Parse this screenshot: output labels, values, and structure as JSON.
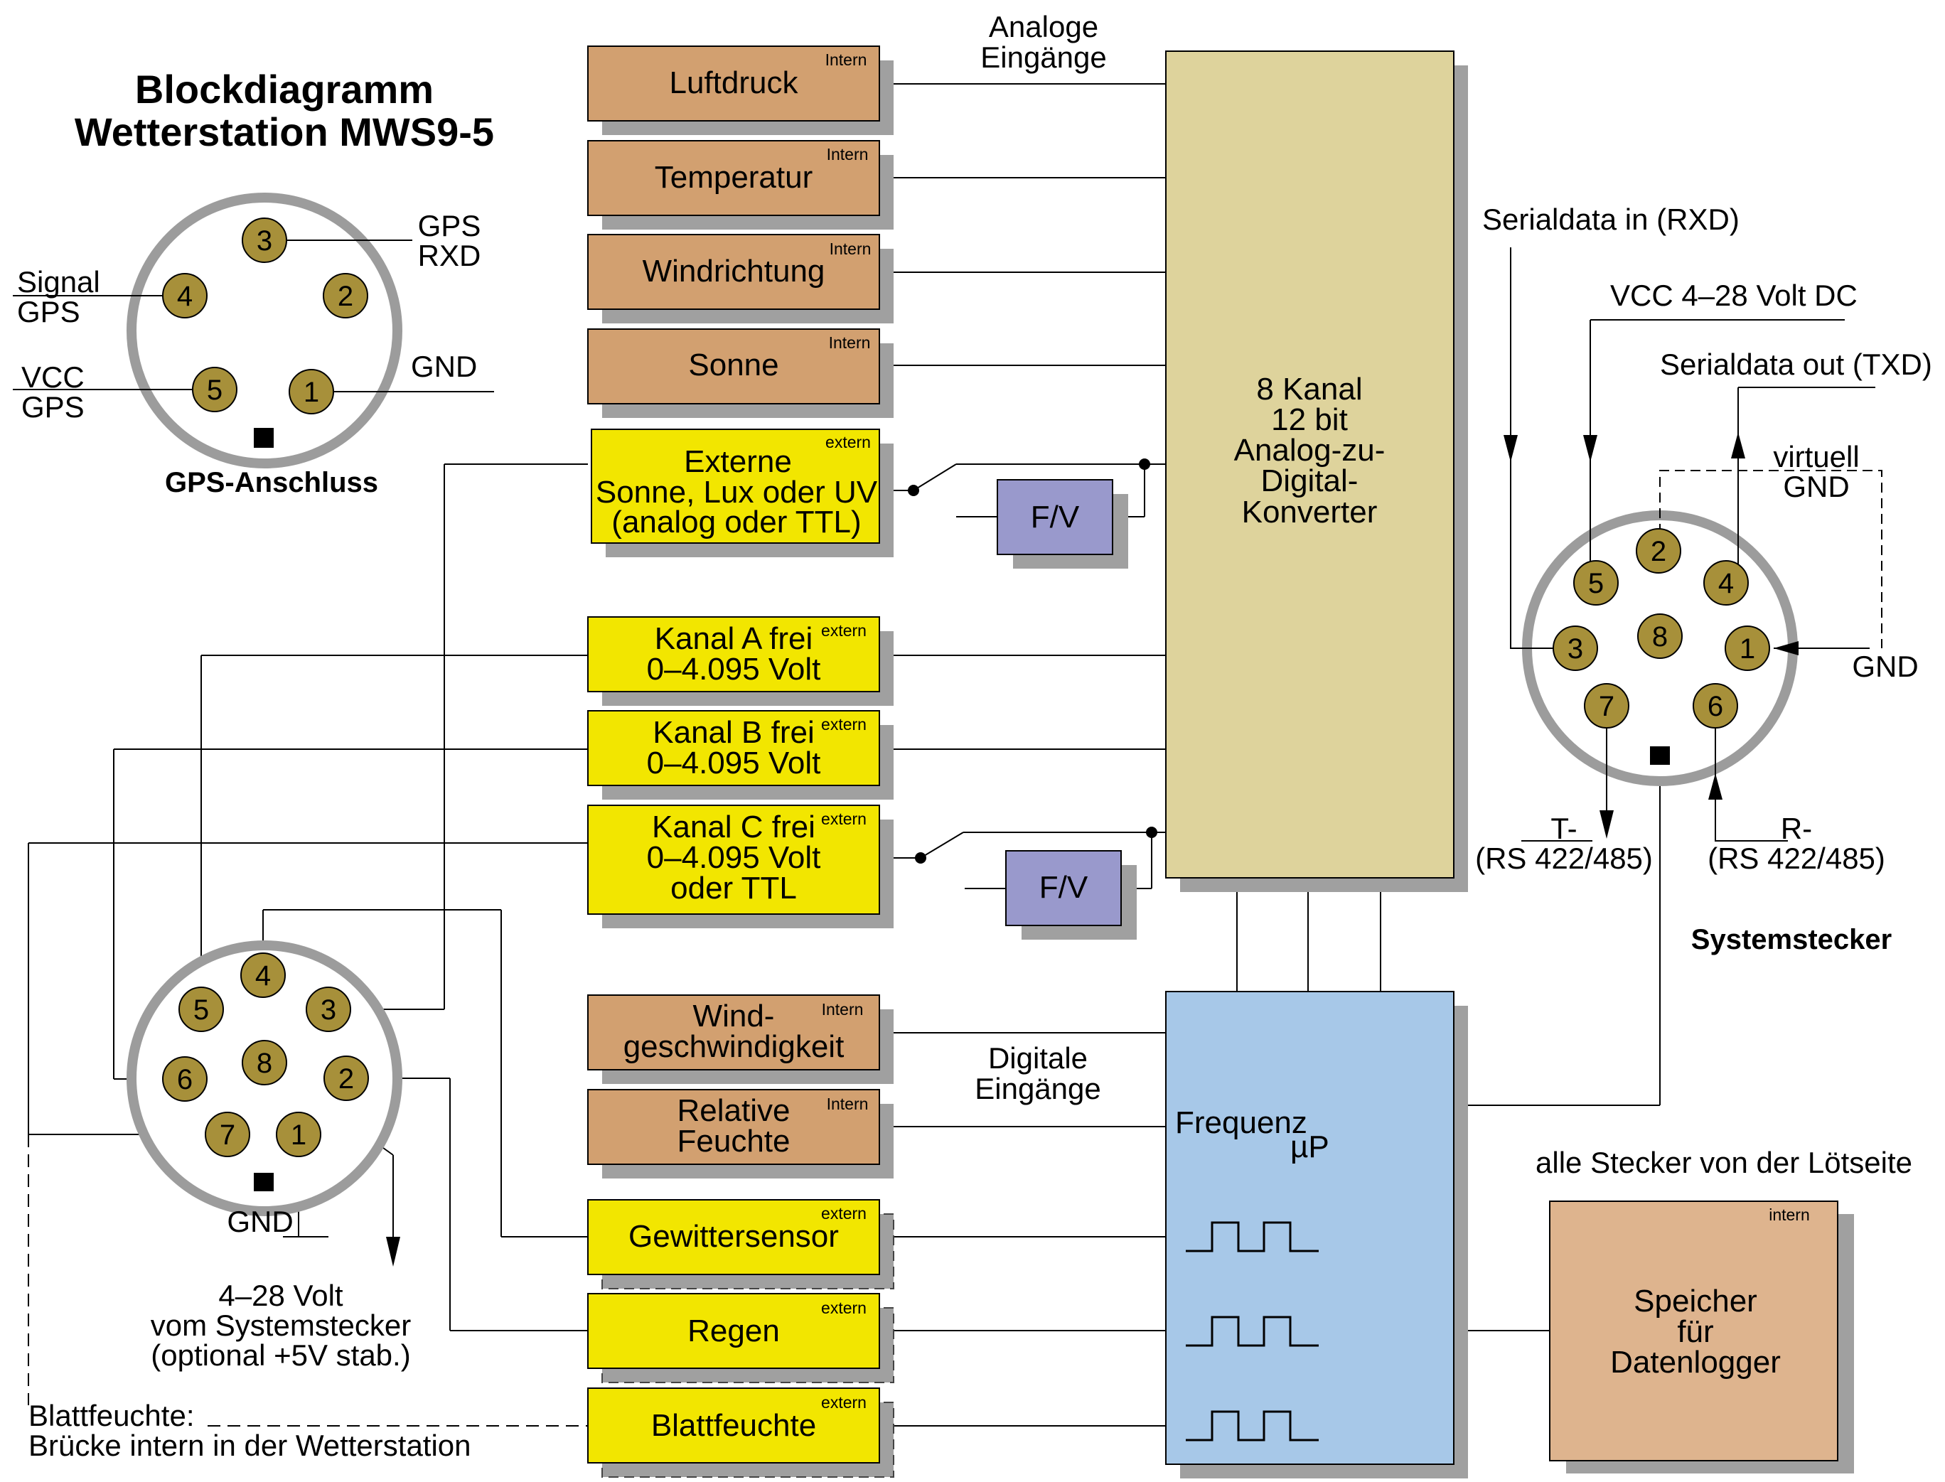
{
  "title": {
    "line1": "Blockdiagramm",
    "line2": "Wetterstation MWS9-5"
  },
  "gps": {
    "caption": "GPS-Anschluss",
    "label_gps_rxd": [
      "GPS",
      "RXD"
    ],
    "label_signal_gps": [
      "Signal",
      "GPS"
    ],
    "label_vcc_gps": [
      "VCC",
      "GPS"
    ],
    "label_gnd": "GND",
    "pins": [
      "3",
      "4",
      "2",
      "5",
      "1"
    ]
  },
  "labels": {
    "analog_inputs": [
      "Analoge",
      "Eingänge"
    ],
    "digital_inputs": [
      "Digitale",
      "Eingänge"
    ],
    "all_plugs": "alle Stecker von der Lötseite",
    "supply": [
      "4–28 Volt",
      "vom Systemstecker",
      "(optional +5V stab.)"
    ],
    "leaf_note": [
      "Blattfeuchte:",
      "Brücke intern in der Wetterstation"
    ],
    "sensor_gnd": "GND"
  },
  "analog_blocks": [
    {
      "label": [
        "Luftdruck"
      ],
      "tag": "Intern"
    },
    {
      "label": [
        "Temperatur"
      ],
      "tag": "Intern"
    },
    {
      "label": [
        "Windrichtung"
      ],
      "tag": "Intern"
    },
    {
      "label": [
        "Sonne"
      ],
      "tag": "Intern"
    },
    {
      "label": [
        "Externe",
        "Sonne, Lux oder UV",
        "(analog oder TTL)"
      ],
      "tag": "extern"
    },
    {
      "label": [
        "Kanal A frei",
        "0–4.095 Volt"
      ],
      "tag": "extern"
    },
    {
      "label": [
        "Kanal B frei",
        "0–4.095 Volt"
      ],
      "tag": "extern"
    },
    {
      "label": [
        "Kanal C frei",
        "0–4.095 Volt",
        "oder TTL"
      ],
      "tag": "extern"
    }
  ],
  "digital_blocks": [
    {
      "label": [
        "Wind-",
        "geschwindigkeit"
      ],
      "tag": "Intern"
    },
    {
      "label": [
        "Relative",
        "Feuchte"
      ],
      "tag": "Intern"
    },
    {
      "label": [
        "Gewittersensor"
      ],
      "tag": "extern"
    },
    {
      "label": [
        "Regen"
      ],
      "tag": "extern"
    },
    {
      "label": [
        "Blattfeuchte"
      ],
      "tag": "extern"
    }
  ],
  "fv_label": "F/V",
  "adc": [
    "8 Kanal",
    "12 bit",
    "Analog-zu-",
    "Digital-",
    "Konverter"
  ],
  "freq": {
    "line1": "Frequenz",
    "line2": "µP"
  },
  "storage": {
    "label": [
      "Speicher",
      "für",
      "Datenlogger"
    ],
    "tag": "intern"
  },
  "system": {
    "caption": "Systemstecker",
    "serial_in": "Serialdata in (RXD)",
    "vcc": "VCC 4–28 Volt DC",
    "serial_out": "Serialdata out (TXD)",
    "virt_gnd": [
      "virtuell",
      "GND"
    ],
    "gnd": "GND",
    "t_minus": [
      "T-",
      "(RS 422/485)"
    ],
    "r_minus": [
      "R-",
      "(RS 422/485)"
    ],
    "pins": [
      "2",
      "5",
      "4",
      "3",
      "8",
      "1",
      "7",
      "6"
    ]
  },
  "sensor_pins": [
    "4",
    "5",
    "3",
    "6",
    "8",
    "2",
    "7",
    "1"
  ],
  "colors": {
    "intern_block": "#d2a070",
    "extern_block": "#f2e600",
    "shadow": "#a0a0a0",
    "adc": "#ded39c",
    "freq": "#a7c8e8",
    "storage": "#deb48e",
    "fv": "#9999cc",
    "pin": "#a7903a",
    "ring": "#9c9c9c"
  }
}
